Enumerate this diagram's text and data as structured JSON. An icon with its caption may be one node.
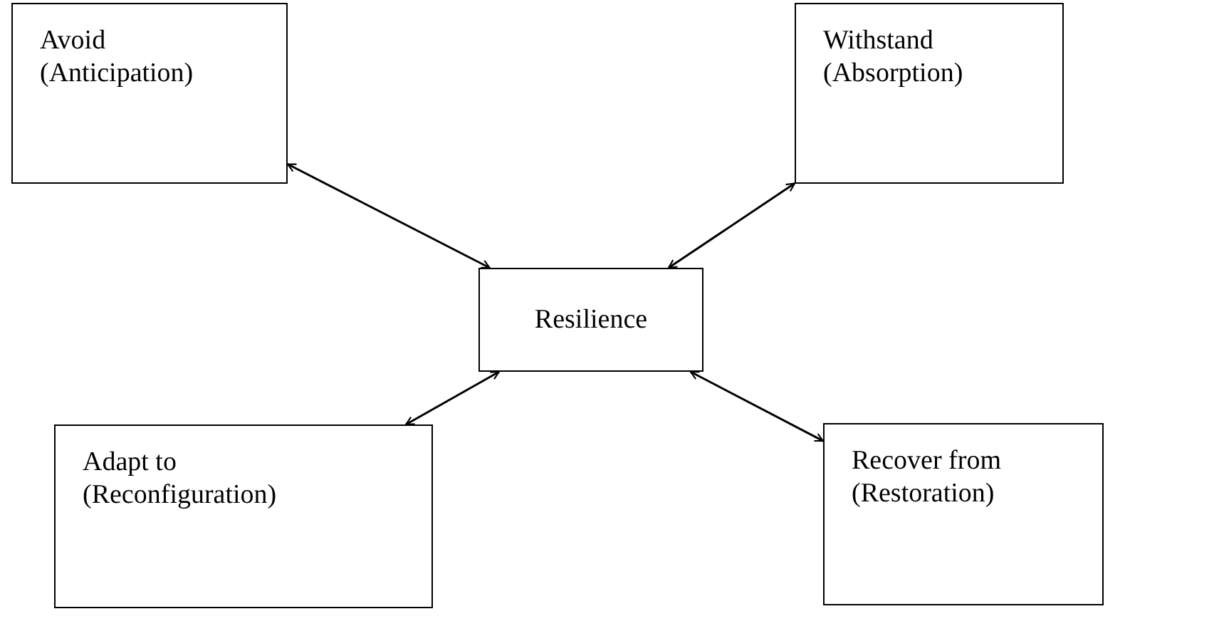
{
  "diagram": {
    "nodes": [
      {
        "text": [
          "Avoid (Anticipation)"
        ]
      },
      {
        "text": [
          "Withstand (Absorption)"
        ]
      },
      {
        "text": [
          "Resilience"
        ]
      },
      {
        "text": [
          "Adapt to (Reconfiguration)"
        ]
      },
      {
        "text": [
          "Recover from (Restoration)"
        ]
      }
    ],
    "edges": [
      {
        "from": 2,
        "to": 0,
        "arrow": "both"
      },
      {
        "from": 2,
        "to": 1,
        "arrow": "both"
      },
      {
        "from": 2,
        "to": 3,
        "arrow": "both"
      },
      {
        "from": 2,
        "to": 4,
        "arrow": "both"
      }
    ]
  }
}
